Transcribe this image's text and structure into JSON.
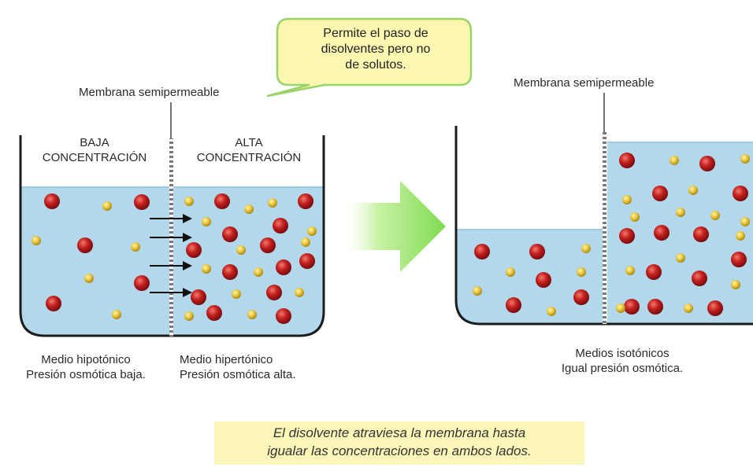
{
  "callout": {
    "line1": "Permite el paso de",
    "line2": "disolventes pero no",
    "line3": "de solutos."
  },
  "left_beaker": {
    "membrane_label": "Membrana semipermeable",
    "left_side_title_1": "BAJA",
    "left_side_title_2": "CONCENTRACIÓN",
    "right_side_title_1": "ALTA",
    "right_side_title_2": "CONCENTRACIÓN",
    "caption_left_1": "Medio hipotónico",
    "caption_left_2": "Presión osmótica baja.",
    "caption_right_1": "Medio hipertónico",
    "caption_right_2": "Presión osmótica alta."
  },
  "right_beaker": {
    "membrane_label": "Membrana semipermeable",
    "caption_1": "Medios isotónicos",
    "caption_2": "Igual presión osmótica."
  },
  "footer": {
    "line1": "El disolvente atraviesa la membrana hasta",
    "line2": "igualar las concentraciones en ambos lados."
  },
  "colors": {
    "water": "#b3d8ec",
    "water_surface": "#a3cde4",
    "solute_large": "#b8171c",
    "solute_small": "#e8c43a",
    "callout_fill": "#fbf7b0",
    "callout_stroke": "#9ad36a",
    "arrow_green": "#86e05a",
    "footer_bg": "#fcf6b8"
  }
}
